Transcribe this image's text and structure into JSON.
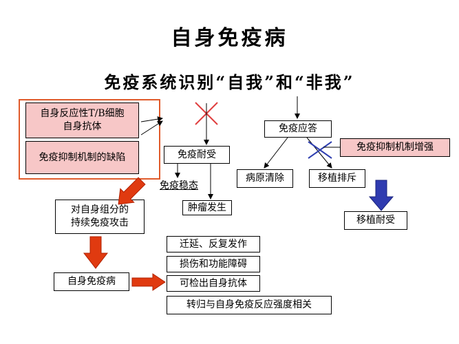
{
  "title": "自身免疫病",
  "subtitle": "免疫系统识别“自我”和“非我”",
  "boxes": {
    "autoreactive_line1": "自身反应性T/B细胞",
    "autoreactive_line2": "自身抗体",
    "suppression_defect": "免疫抑制机制的缺陷",
    "tolerance": "免疫耐受",
    "homeostasis": "免疫稳态",
    "tumor": "肿瘤发生",
    "immune_response": "免疫应答",
    "pathogen_clearance": "病原清除",
    "graft_rejection": "移植排斥",
    "suppression_enhanced": "免疫抑制机制增强",
    "graft_tolerance": "移植耐受",
    "continuous_attack_line1": "对自身组分的",
    "continuous_attack_line2": "持续免疫攻击",
    "autoimmune_disease": "自身免疫病",
    "feature_1": "迁延、反复发作",
    "feature_2": "损伤和功能障碍",
    "feature_3": "可检出自身抗体",
    "feature_4": "转归与自身免疫反应强度相关"
  },
  "colors": {
    "pink_fill": "#f7c7c7",
    "group_border": "#e05a2a",
    "red_arrow": "#e03a10",
    "blue_arrow": "#2f3bb0",
    "cross_red": "#e04040",
    "cross_blue": "#3040b0"
  }
}
